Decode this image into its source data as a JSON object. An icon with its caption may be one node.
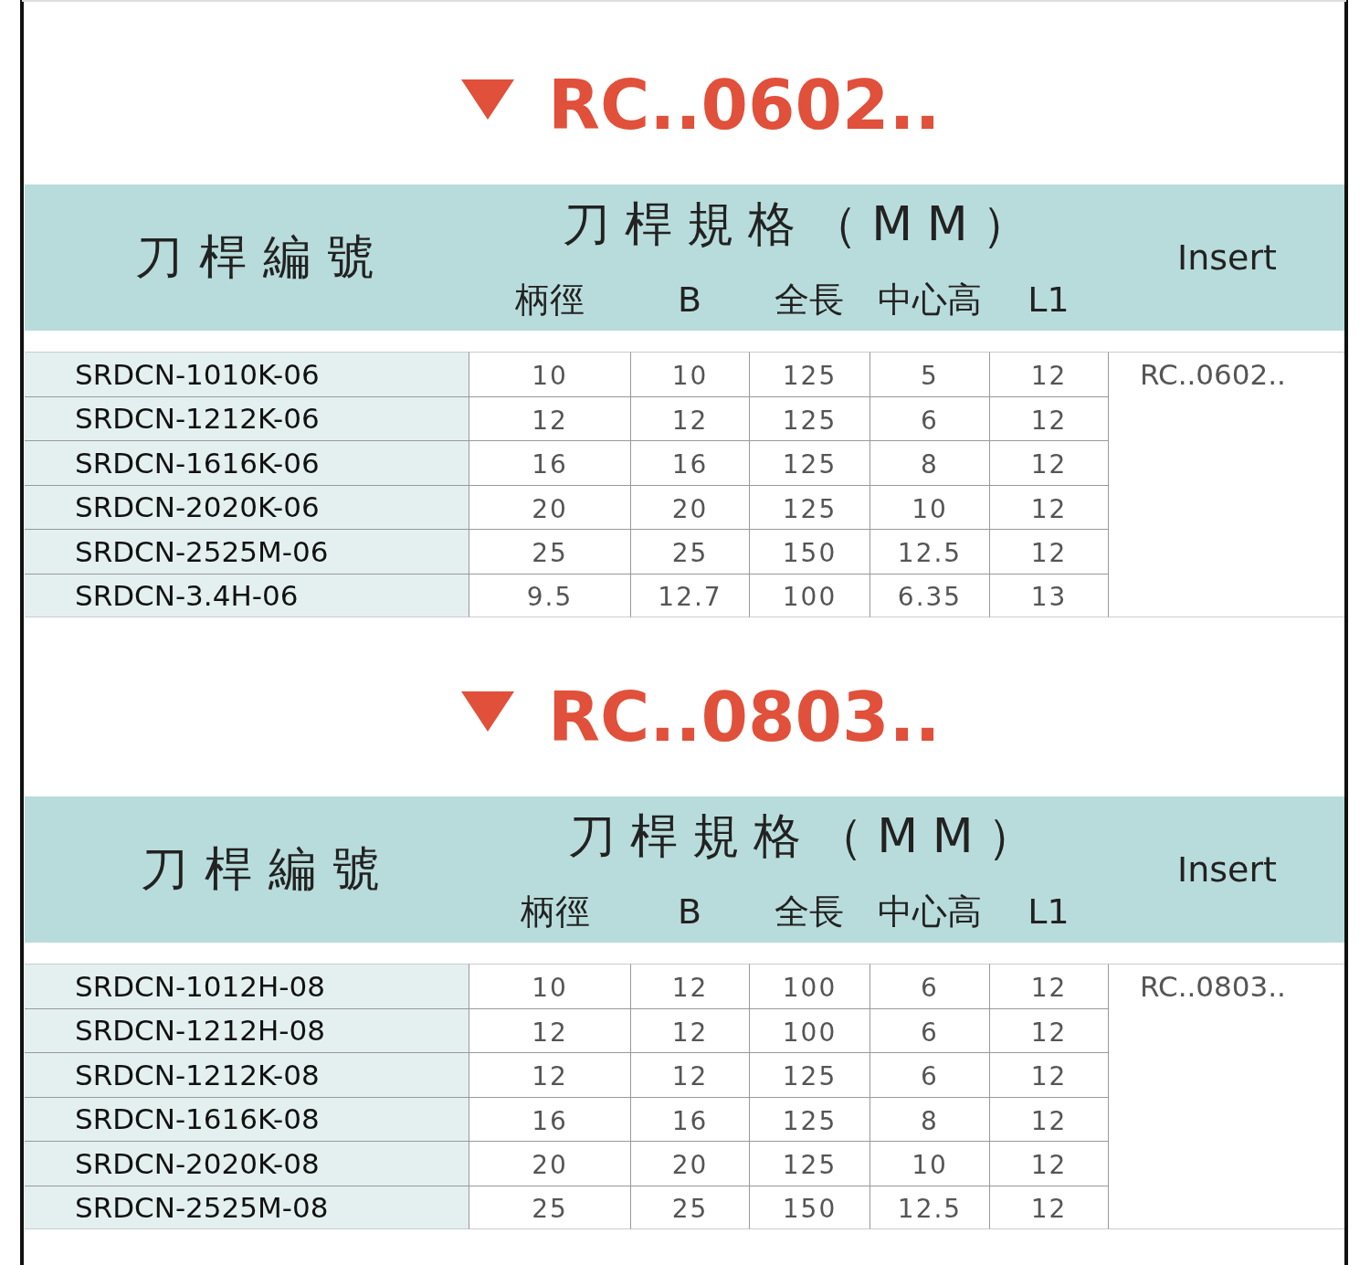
{
  "diagram": {
    "labels": [
      "RC..0602..",
      "刀桿編號",
      "刀桿規格（MM）",
      "Insert",
      "柄徑",
      "B",
      "全長",
      "中心高",
      "L1",
      "SRDCN-1010K-06",
      "10",
      "10",
      "125",
      "5",
      "12",
      "RC..0602..",
      "SRDCN-1212K-06",
      "12",
      "12",
      "125",
      "6",
      "12",
      "SRDCN-1616K-06",
      "16",
      "16",
      "125",
      "8",
      "12",
      "SRDCN-2020K-06",
      "20",
      "20",
      "125",
      "10",
      "12",
      "SRDCN-2525M-06",
      "25",
      "25",
      "150",
      "12.5",
      "12",
      "SRDCN-3.4H-06",
      "9.5",
      "12.7",
      "100",
      "6.35",
      "13",
      "RC..0803..",
      "刀桿編號",
      "刀桿規格（MM）",
      "Insert",
      "柄徑",
      "B",
      "全長",
      "中心高",
      "L1",
      "SRDCN-1012H-08",
      "10",
      "12",
      "100",
      "6",
      "12",
      "RC..0803..",
      "SRDCN-1212H-08",
      "12",
      "12",
      "100",
      "6",
      "12",
      "SRDCN-1212K-08",
      "12",
      "12",
      "125",
      "6",
      "12",
      "SRDCN-1616K-08",
      "16",
      "16",
      "125",
      "8",
      "12",
      "SRDCN-2020K-08",
      "20",
      "20",
      "125",
      "10",
      "12",
      "SRDCN-2525M-08",
      "25",
      "25",
      "150",
      "12.5",
      "12"
    ]
  }
}
